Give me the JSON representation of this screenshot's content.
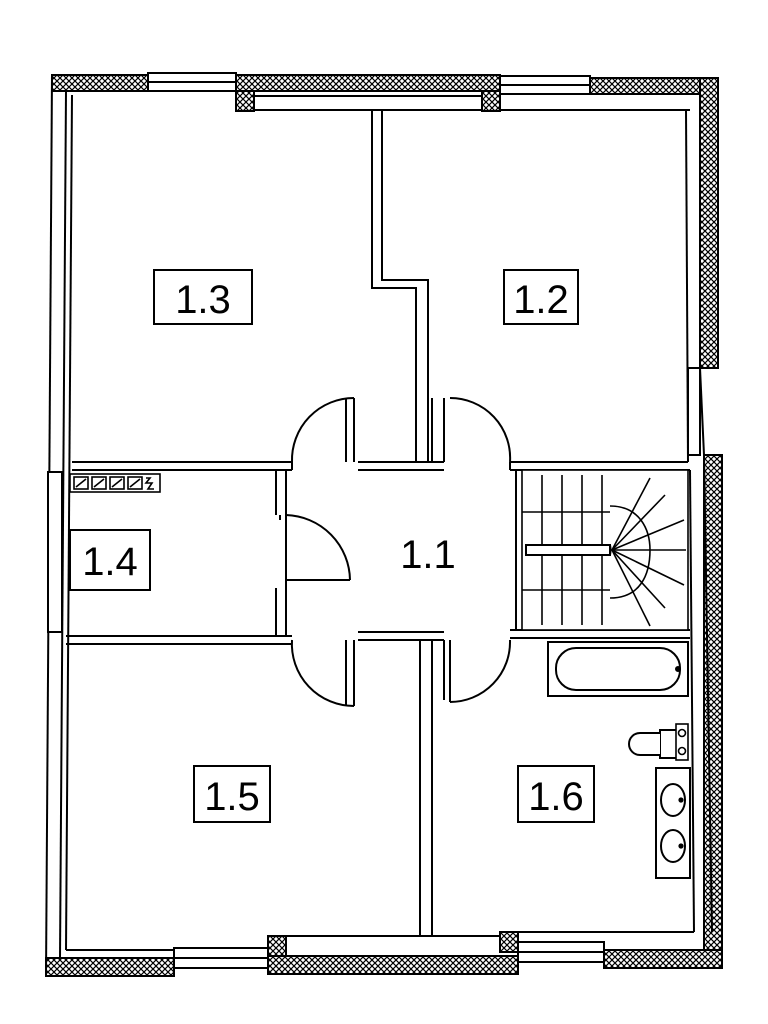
{
  "plan": {
    "rooms": [
      {
        "id": "1.1",
        "label": "1.1"
      },
      {
        "id": "1.2",
        "label": "1.2"
      },
      {
        "id": "1.3",
        "label": "1.3"
      },
      {
        "id": "1.4",
        "label": "1.4"
      },
      {
        "id": "1.5",
        "label": "1.5"
      },
      {
        "id": "1.6",
        "label": "1.6"
      }
    ],
    "colors": {
      "line": "#000000",
      "background": "#ffffff",
      "hatch": "#000000"
    },
    "icons": [
      "staircase-icon",
      "bathtub-icon",
      "washbasin-icon",
      "toilet-icon",
      "radiator-icon",
      "washing-machine-icon",
      "door-swing-icon",
      "window-icon"
    ]
  }
}
